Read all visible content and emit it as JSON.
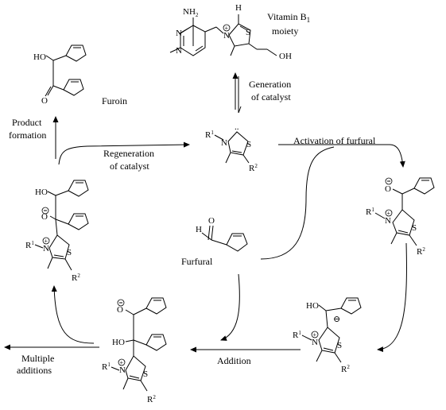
{
  "labels": {
    "vitamin_b1_line1": "Vitamin B",
    "vitamin_b1_sub": "1",
    "vitamin_b1_line2": "moiety",
    "generation_line1": "Generation",
    "generation_line2": "of catalyst",
    "furoin": "Furoin",
    "product_line1": "Product",
    "product_line2": "formation",
    "regeneration_line1": "Regeneration",
    "regeneration_line2": "of catalyst",
    "activation": "Activation of furfural",
    "furfural": "Furfural",
    "addition": "Addition",
    "multiple_line1": "Multiple",
    "multiple_line2": "additions"
  },
  "atoms": {
    "nh2": "NH",
    "nh2_sub": "2",
    "h": "H",
    "n": "N",
    "s": "S",
    "o": "O",
    "oh": "OH",
    "ho": "HO",
    "r": "R",
    "sup1": "1",
    "sup2": "2"
  }
}
